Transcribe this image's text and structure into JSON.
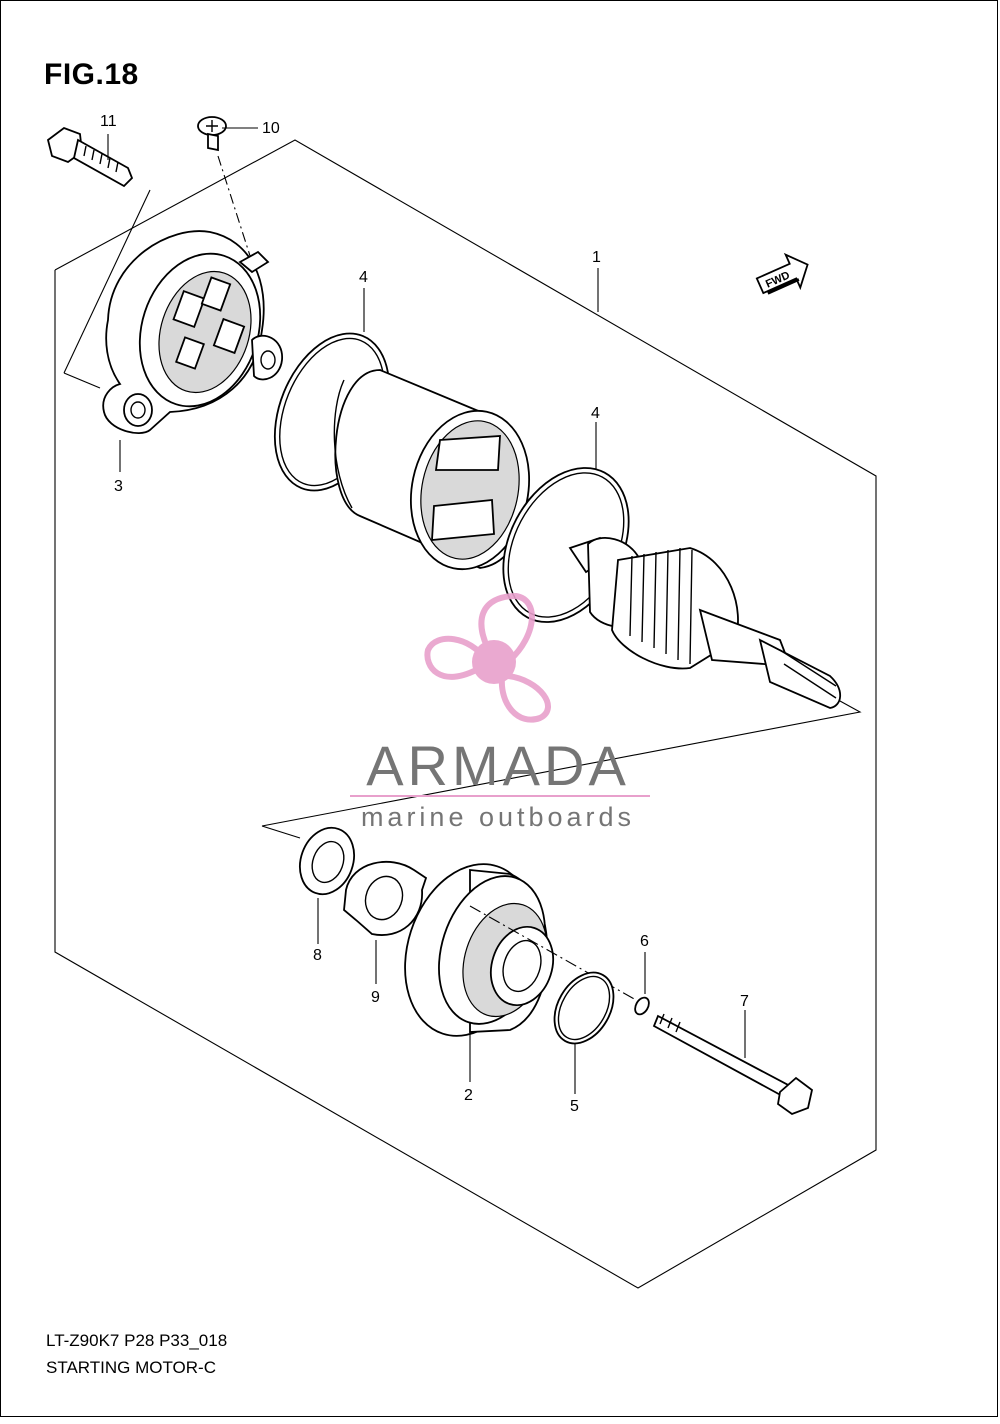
{
  "figure": {
    "title": "FIG.18",
    "model_code": "LT-Z90K7 P28 P33_018",
    "assembly_name": "STARTING MOTOR-C"
  },
  "fwd_label": "FWD",
  "watermark": {
    "brand": "ARMADA",
    "tagline": "marine outboards",
    "colors": {
      "logo": "#e8a0cc",
      "text": "#757575"
    }
  },
  "callouts": [
    "1",
    "2",
    "3",
    "4",
    "4",
    "5",
    "6",
    "7",
    "8",
    "9",
    "10",
    "11"
  ]
}
